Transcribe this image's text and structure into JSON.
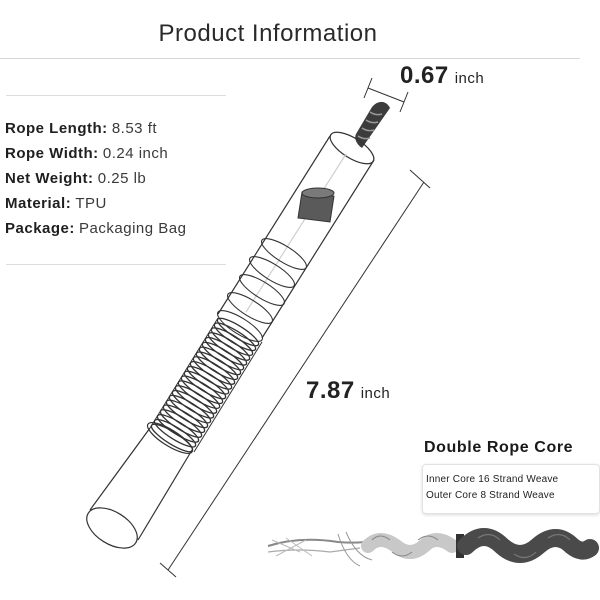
{
  "header": {
    "title": "Product Information"
  },
  "specs": [
    {
      "label": "Rope Length:",
      "value": "8.53 ft"
    },
    {
      "label": "Rope Width:",
      "value": "0.24 inch"
    },
    {
      "label": "Net Weight:",
      "value": "0.25 lb"
    },
    {
      "label": "Material:",
      "value": "TPU"
    },
    {
      "label": "Package:",
      "value": "Packaging Bag"
    }
  ],
  "dimensions": {
    "rope_width": {
      "value": "0.67",
      "unit": "inch"
    },
    "handle_length": {
      "value": "7.87",
      "unit": "inch"
    }
  },
  "rope_core": {
    "title": "Double Rope Core",
    "lines": [
      "Inner Core 16 Strand Weave",
      "Outer Core 8 Strand Weave"
    ]
  },
  "colors": {
    "line": "#333333",
    "rope_dark": "#3c3c3c",
    "divider": "#dcdcdc"
  }
}
